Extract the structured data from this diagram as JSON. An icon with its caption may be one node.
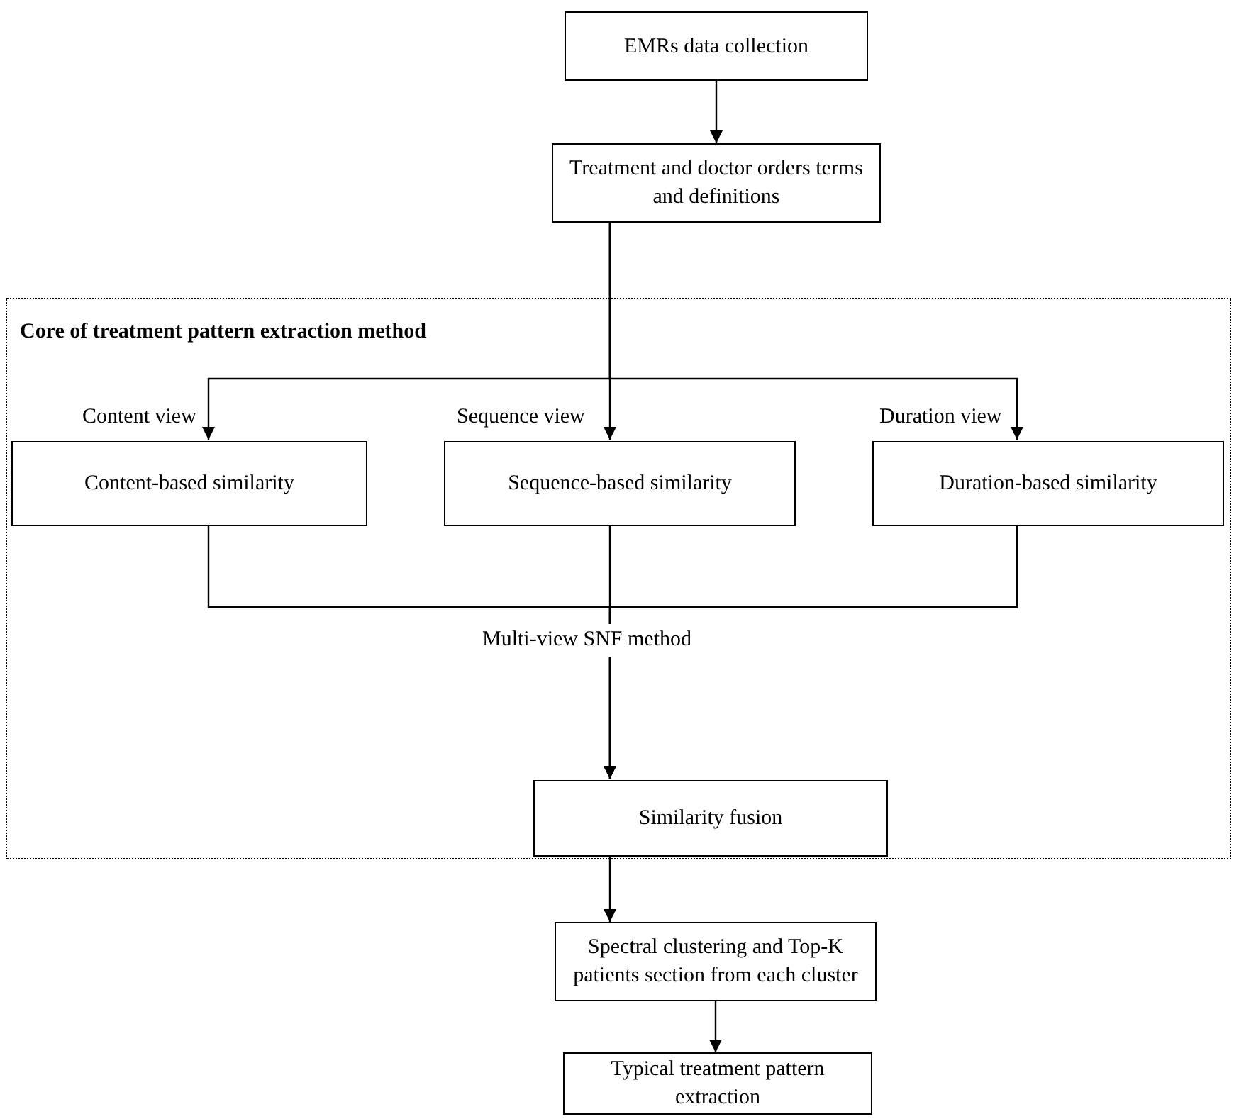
{
  "diagram": {
    "nodes": [
      {
        "text": [
          "EMRs data collection"
        ]
      },
      {
        "text": [
          "Treatment and doctor orders terms and definitions"
        ]
      },
      {
        "text": [
          "Core of treatment pattern extraction method"
        ]
      },
      {
        "text": [
          "Content-based similarity"
        ],
        "in": 2
      },
      {
        "text": [
          "Sequence-based similarity"
        ],
        "in": 2
      },
      {
        "text": [
          "Duration-based similarity"
        ],
        "in": 2
      },
      {
        "text": [
          "Similarity fusion"
        ],
        "in": 2
      },
      {
        "text": [
          "Spectral clustering and Top-K patients section from each cluster"
        ]
      },
      {
        "text": [
          "Typical treatment pattern extraction"
        ]
      }
    ],
    "edges": [
      {
        "from": 0,
        "to": 1,
        "arrow": "to"
      },
      {
        "from": 1,
        "to": 3,
        "arrow": "to",
        "label": "Content view"
      },
      {
        "from": 1,
        "to": 4,
        "arrow": "to",
        "label": "Sequence view"
      },
      {
        "from": 1,
        "to": 5,
        "arrow": "to",
        "label": "Duration view"
      },
      {
        "from": 3,
        "to": 6,
        "arrow": "to"
      },
      {
        "from": 4,
        "to": 6,
        "arrow": "to"
      },
      {
        "from": 5,
        "to": 6,
        "arrow": "to"
      },
      {
        "from": 6,
        "to": 7,
        "arrow": "to"
      },
      {
        "from": 7,
        "to": 8,
        "arrow": "to"
      }
    ],
    "labels": [
      "Multi-view SNF method"
    ]
  }
}
